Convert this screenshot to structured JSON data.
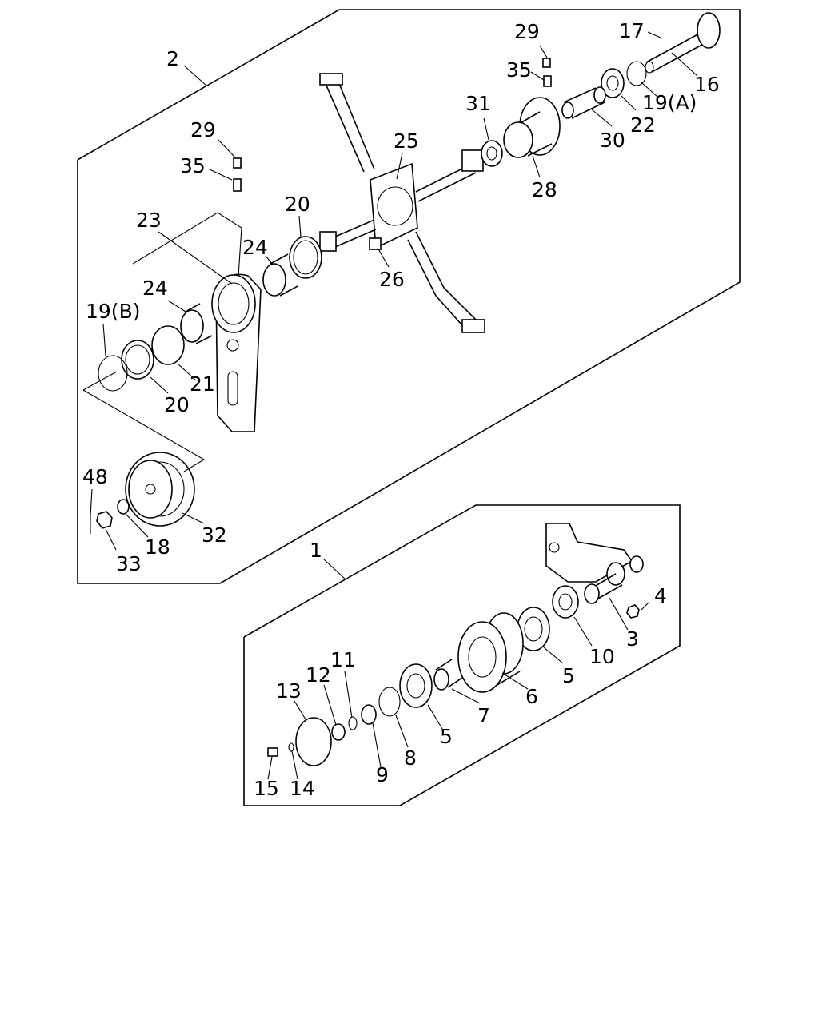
{
  "labels": {
    "l1": "1",
    "l2": "2",
    "l3": "3",
    "l4": "4",
    "l5a": "5",
    "l5b": "5",
    "l6": "6",
    "l7": "7",
    "l8": "8",
    "l9": "9",
    "l10": "10",
    "l11": "11",
    "l12": "12",
    "l13": "13",
    "l14": "14",
    "l15": "15",
    "l16": "16",
    "l17": "17",
    "l18": "18",
    "l19a": "19(A)",
    "l19b": "19(B)",
    "l20a": "20",
    "l20b": "20",
    "l21": "21",
    "l22": "22",
    "l23": "23",
    "l24a": "24",
    "l24b": "24",
    "l25": "25",
    "l26": "26",
    "l28": "28",
    "l29a": "29",
    "l29b": "29",
    "l30": "30",
    "l31": "31",
    "l32": "32",
    "l33": "33",
    "l35a": "35",
    "l35b": "35",
    "l48": "48"
  }
}
